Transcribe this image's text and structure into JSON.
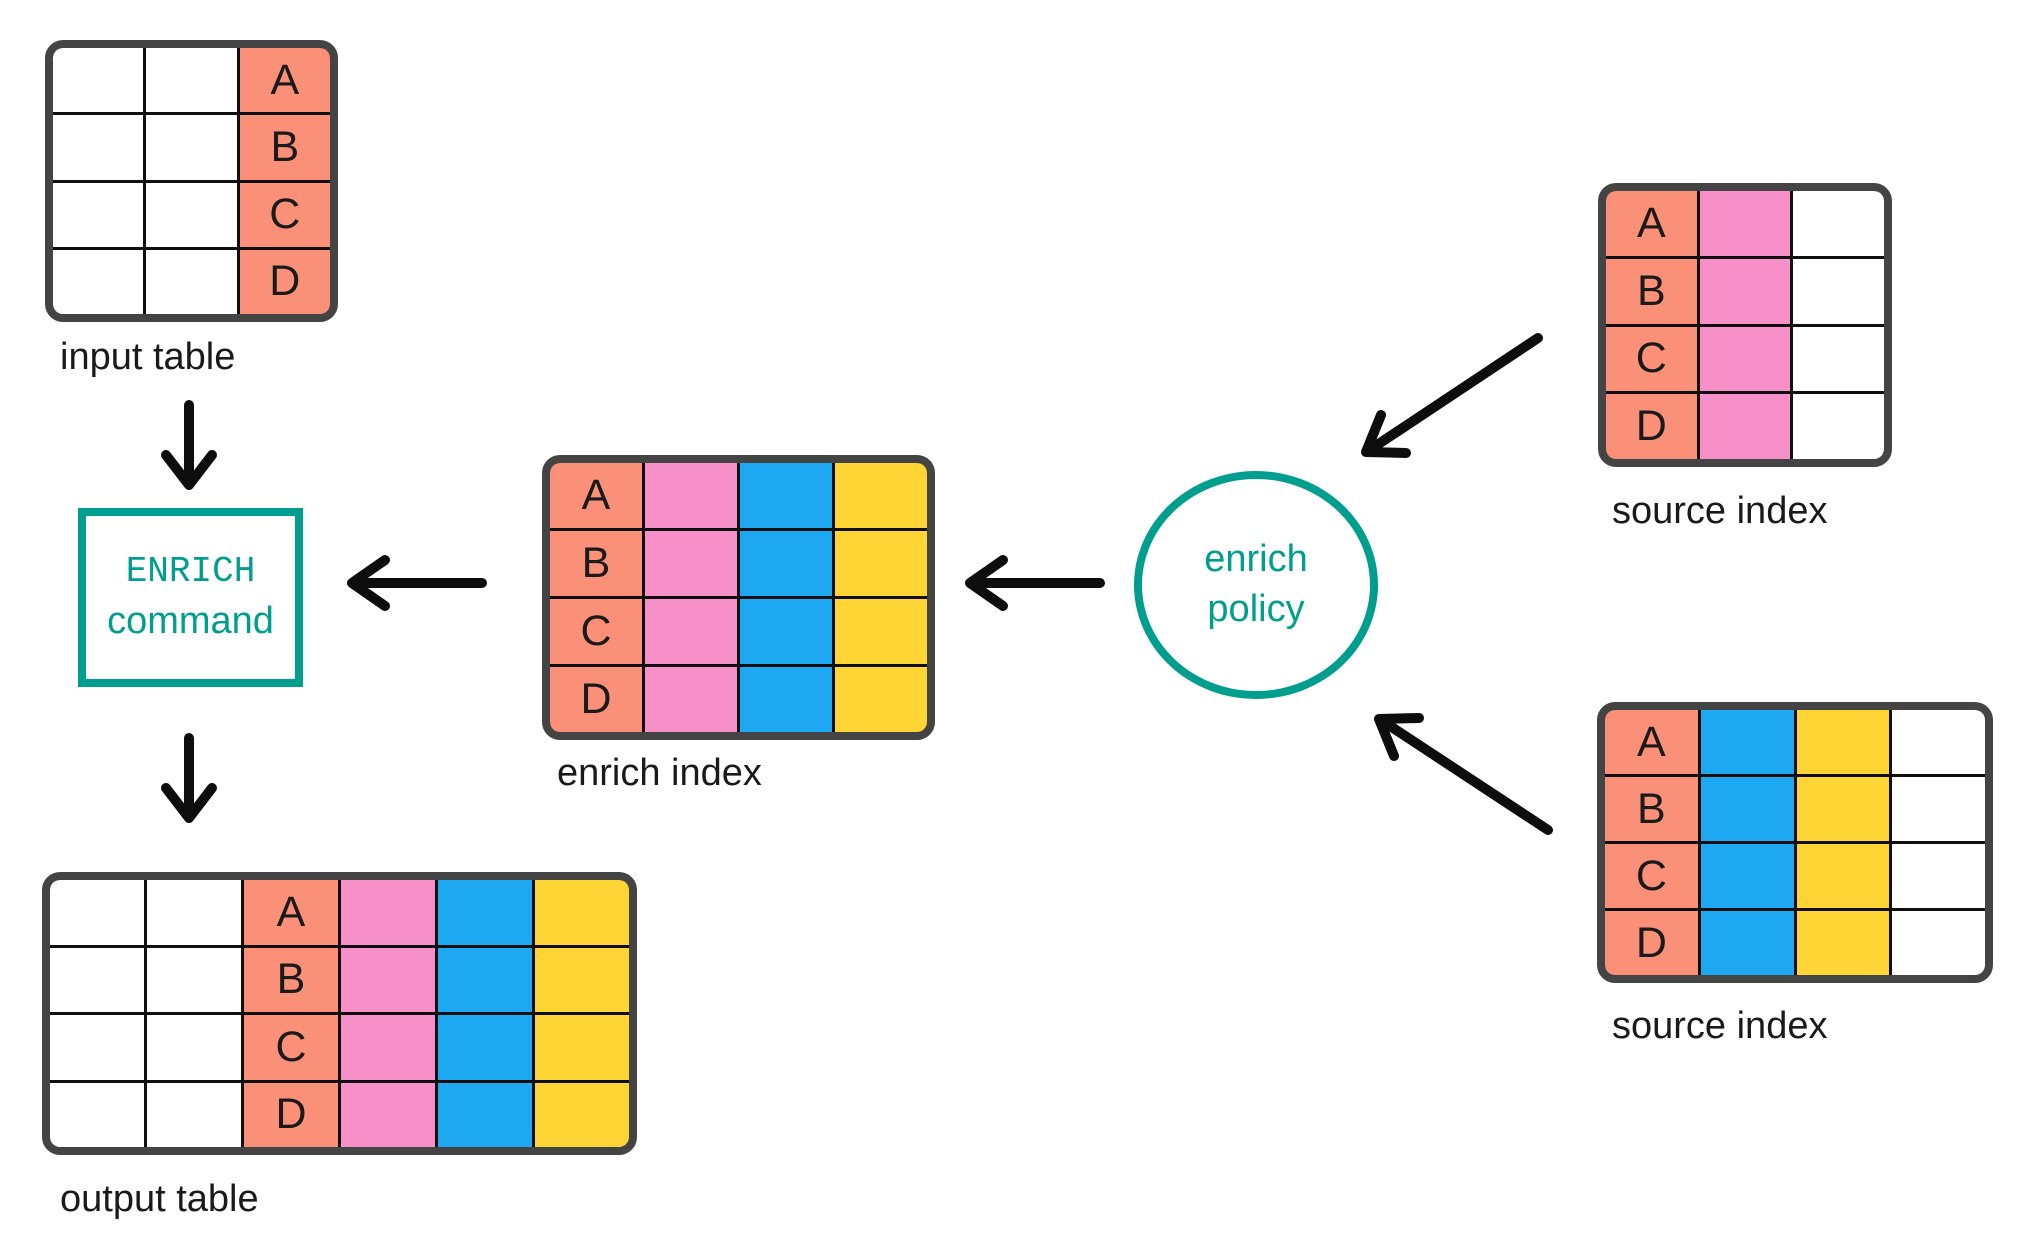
{
  "colors": {
    "salmon": "#FB9078",
    "pink": "#F78FC8",
    "blue": "#1FA8F2",
    "yellow": "#FFD435",
    "white": "#FFFFFF",
    "teal": "#009E8F",
    "table_border": "#444444",
    "grid_line": "#0F0F0F",
    "arrow": "#0D0D0D",
    "text": "#1A1A1A",
    "background": "#FFFFFF"
  },
  "tables": [
    {
      "id": "input-table",
      "label": "input table",
      "rows": [
        "A",
        "B",
        "C",
        "D"
      ],
      "columns": [
        {
          "color": "white",
          "letters": false
        },
        {
          "color": "white",
          "letters": false
        },
        {
          "color": "salmon",
          "letters": true
        }
      ]
    },
    {
      "id": "enrich-index",
      "label": "enrich index",
      "rows": [
        "A",
        "B",
        "C",
        "D"
      ],
      "columns": [
        {
          "color": "salmon",
          "letters": true
        },
        {
          "color": "pink",
          "letters": false
        },
        {
          "color": "blue",
          "letters": false
        },
        {
          "color": "yellow",
          "letters": false
        }
      ]
    },
    {
      "id": "source-index-top",
      "label": "source index",
      "rows": [
        "A",
        "B",
        "C",
        "D"
      ],
      "columns": [
        {
          "color": "salmon",
          "letters": true
        },
        {
          "color": "pink",
          "letters": false
        },
        {
          "color": "white",
          "letters": false
        }
      ]
    },
    {
      "id": "source-index-bottom",
      "label": "source index",
      "rows": [
        "A",
        "B",
        "C",
        "D"
      ],
      "columns": [
        {
          "color": "salmon",
          "letters": true
        },
        {
          "color": "blue",
          "letters": false
        },
        {
          "color": "yellow",
          "letters": false
        },
        {
          "color": "white",
          "letters": false
        }
      ]
    },
    {
      "id": "output-table",
      "label": "output table",
      "rows": [
        "A",
        "B",
        "C",
        "D"
      ],
      "columns": [
        {
          "color": "white",
          "letters": false
        },
        {
          "color": "white",
          "letters": false
        },
        {
          "color": "salmon",
          "letters": true
        },
        {
          "color": "pink",
          "letters": false
        },
        {
          "color": "blue",
          "letters": false
        },
        {
          "color": "yellow",
          "letters": false
        }
      ]
    }
  ],
  "nodes": {
    "enrich_command": {
      "line1": "ENRICH",
      "line2": "command"
    },
    "enrich_policy": {
      "line1": "enrich",
      "line2": "policy"
    }
  }
}
